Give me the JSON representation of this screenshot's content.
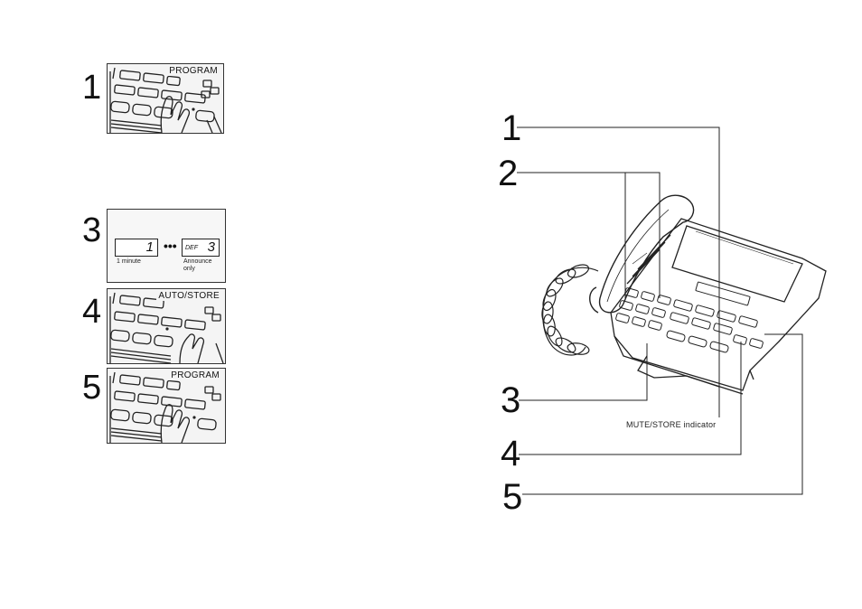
{
  "steps": [
    {
      "number": "1",
      "label": "PROGRAM"
    },
    {
      "number": "3",
      "option_left": "1",
      "caption_left": "1 minute",
      "option_right_prefix": "DEF",
      "option_right": "3",
      "caption_right": "Announce only",
      "separator": "•••"
    },
    {
      "number": "4",
      "label": "AUTO/STORE"
    },
    {
      "number": "5",
      "label": "PROGRAM"
    }
  ],
  "diagram": {
    "callouts": [
      "1",
      "2",
      "3",
      "4",
      "5"
    ],
    "indicator_label": "MUTE/STORE indicator",
    "icons": [
      "telephone-base-icon",
      "handset-icon",
      "coiled-cord-icon",
      "finger-press-icon"
    ]
  }
}
